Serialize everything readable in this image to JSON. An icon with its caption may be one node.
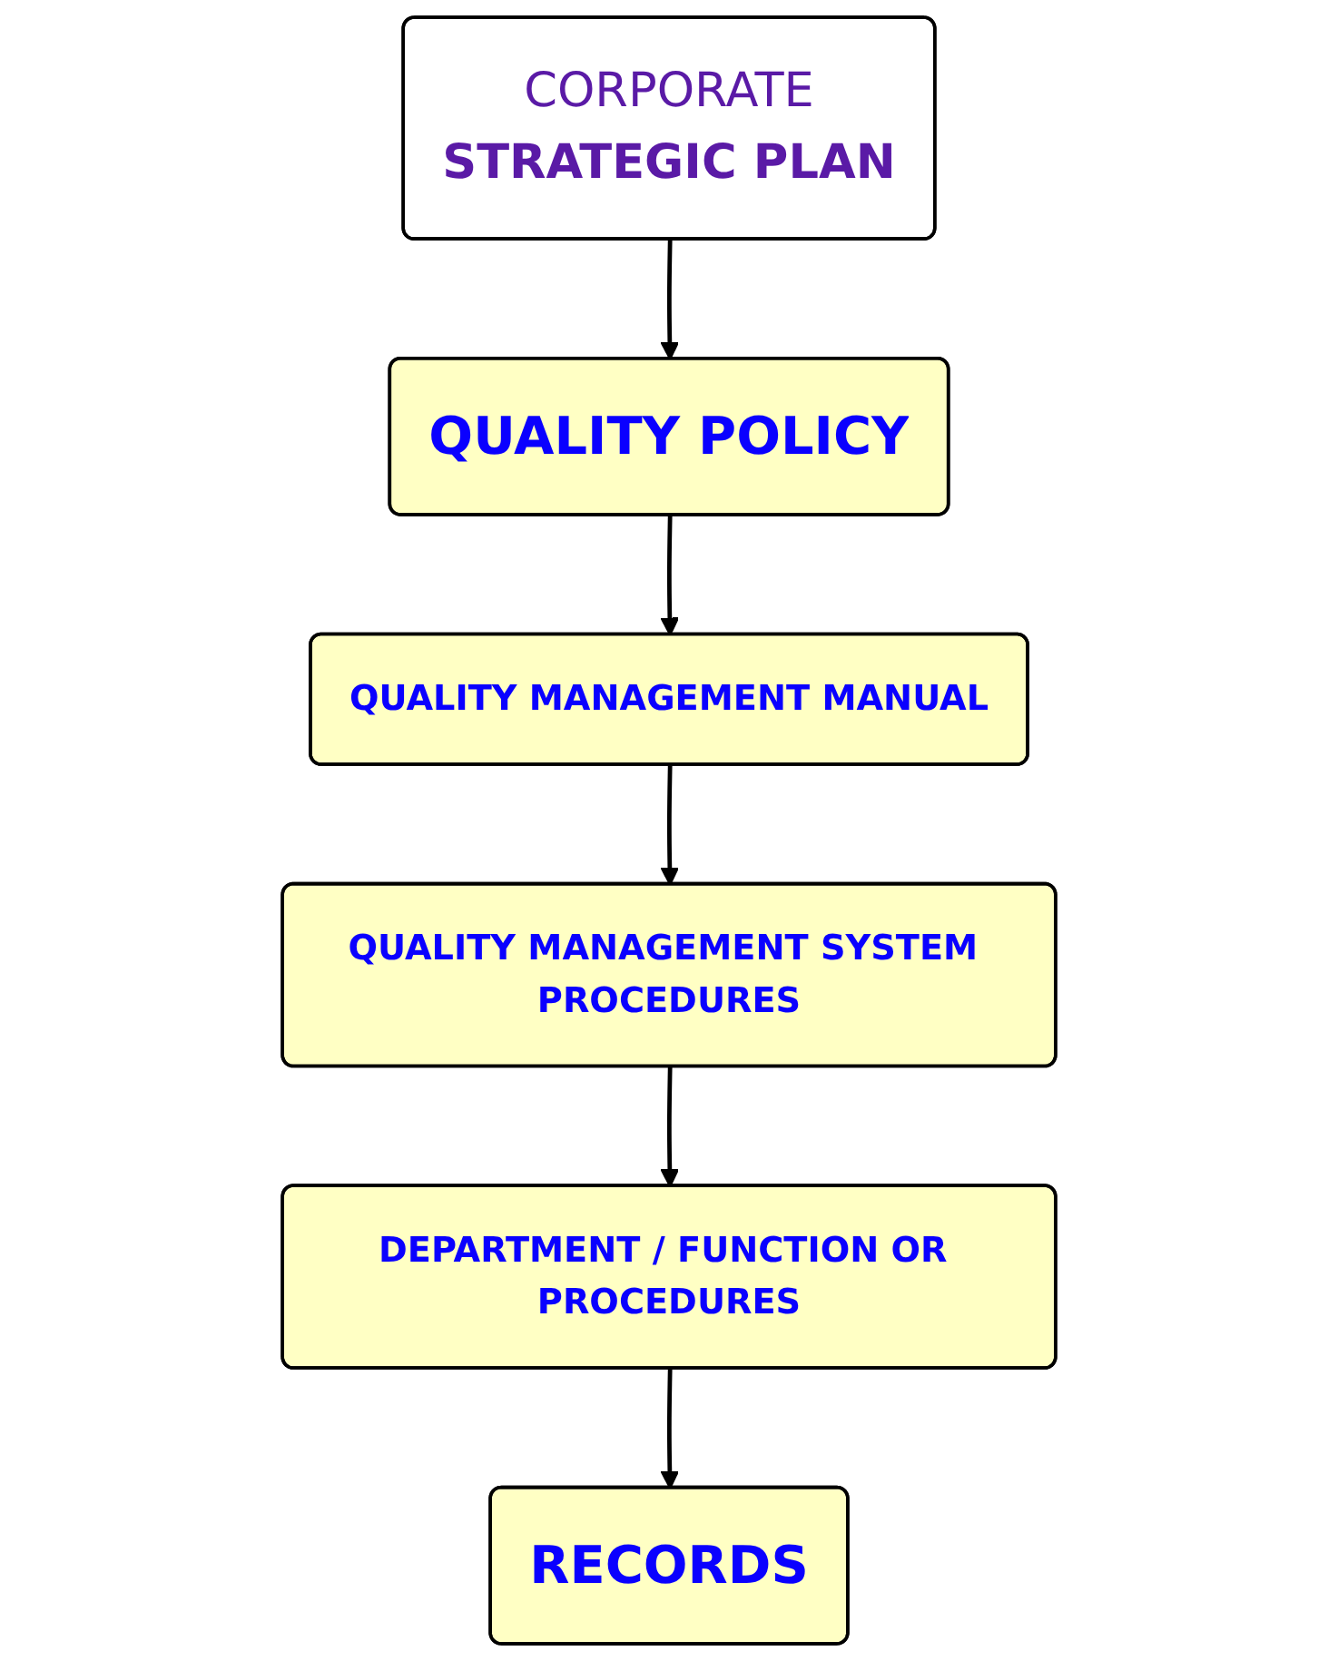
{
  "diagram": {
    "nodes": [
      {
        "text": [
          "CORPORATE",
          "STRATEGIC PLAN"
        ]
      },
      {
        "text": [
          "QUALITY POLICY"
        ]
      },
      {
        "text": [
          "QUALITY MANAGEMENT MANUAL"
        ]
      },
      {
        "text": [
          "QUALITY MANAGEMENT SYSTEM PROCEDURES"
        ]
      },
      {
        "text": [
          "DEPARTMENT / FUNCTION OR PROCEDURES"
        ]
      },
      {
        "text": [
          "RECORDS"
        ]
      }
    ],
    "edges": [
      {
        "from": 0,
        "to": 1,
        "arrow": "to"
      },
      {
        "from": 1,
        "to": 2,
        "arrow": "to"
      },
      {
        "from": 2,
        "to": 3,
        "arrow": "to"
      },
      {
        "from": 3,
        "to": 4,
        "arrow": "to"
      },
      {
        "from": 4,
        "to": 5,
        "arrow": "to"
      }
    ]
  }
}
